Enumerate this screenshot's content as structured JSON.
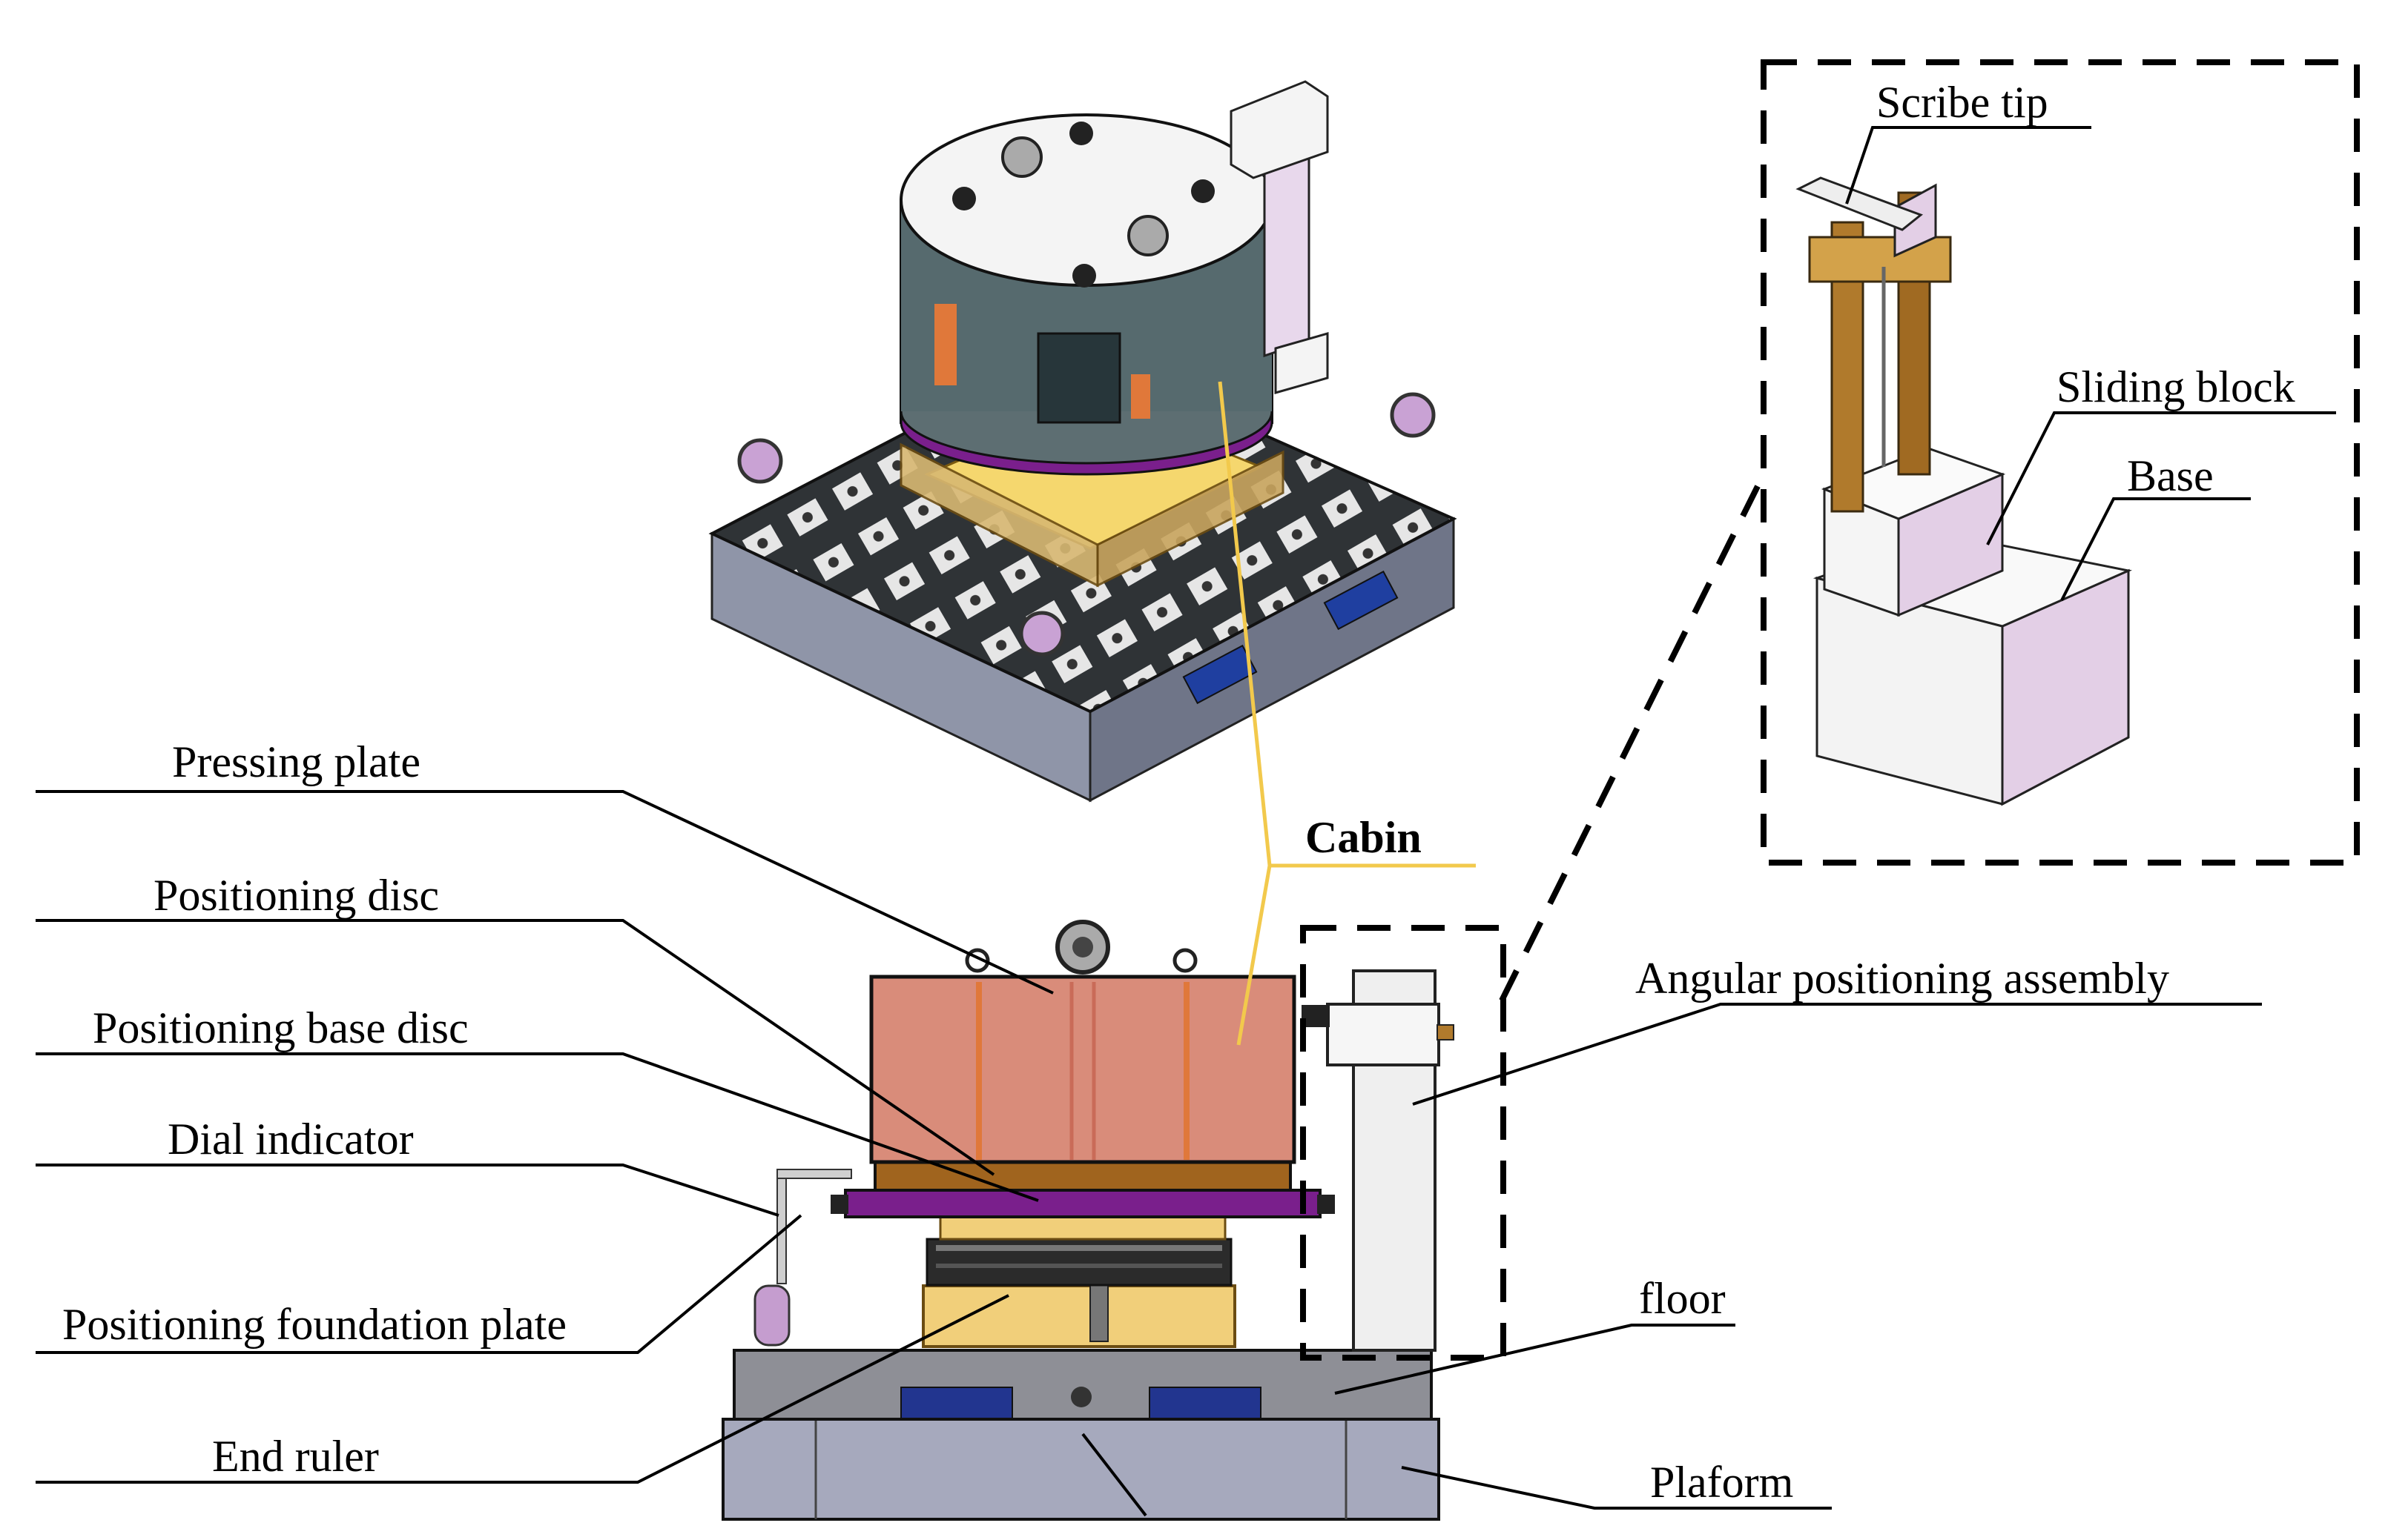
{
  "labels": {
    "scribe_tip": "Scribe tip",
    "sliding_block": "Sliding block",
    "base": "Base",
    "cabin": "Cabin",
    "pressing_plate": "Pressing plate",
    "positioning_disc": "Positioning disc",
    "positioning_base_disc": "Positioning base disc",
    "dial_indicator": "Dial indicator",
    "positioning_foundation_plate": "Positioning foundation plate",
    "end_ruler": "End ruler",
    "angular_positioning_assembly": "Angular positioning assembly",
    "floor": "floor",
    "platform": "Plaform"
  },
  "colors": {
    "cabin_leader": "#f2c94c",
    "cabin_body": "#d98c7a",
    "cabin_top_metal": "#5f6f73",
    "positioning_disc_purple": "#7a1f8c",
    "foundation_plate_yellow": "#f1cf7a",
    "platform_gray": "#9fa3b8",
    "floor_gray": "#8b8c93",
    "grid_dark": "#2f3336",
    "angular_assembly_white": "#f0f0f0",
    "sliding_block_pink": "#e3cfe6",
    "copper": "#b07a2c",
    "lines": "#000000"
  }
}
